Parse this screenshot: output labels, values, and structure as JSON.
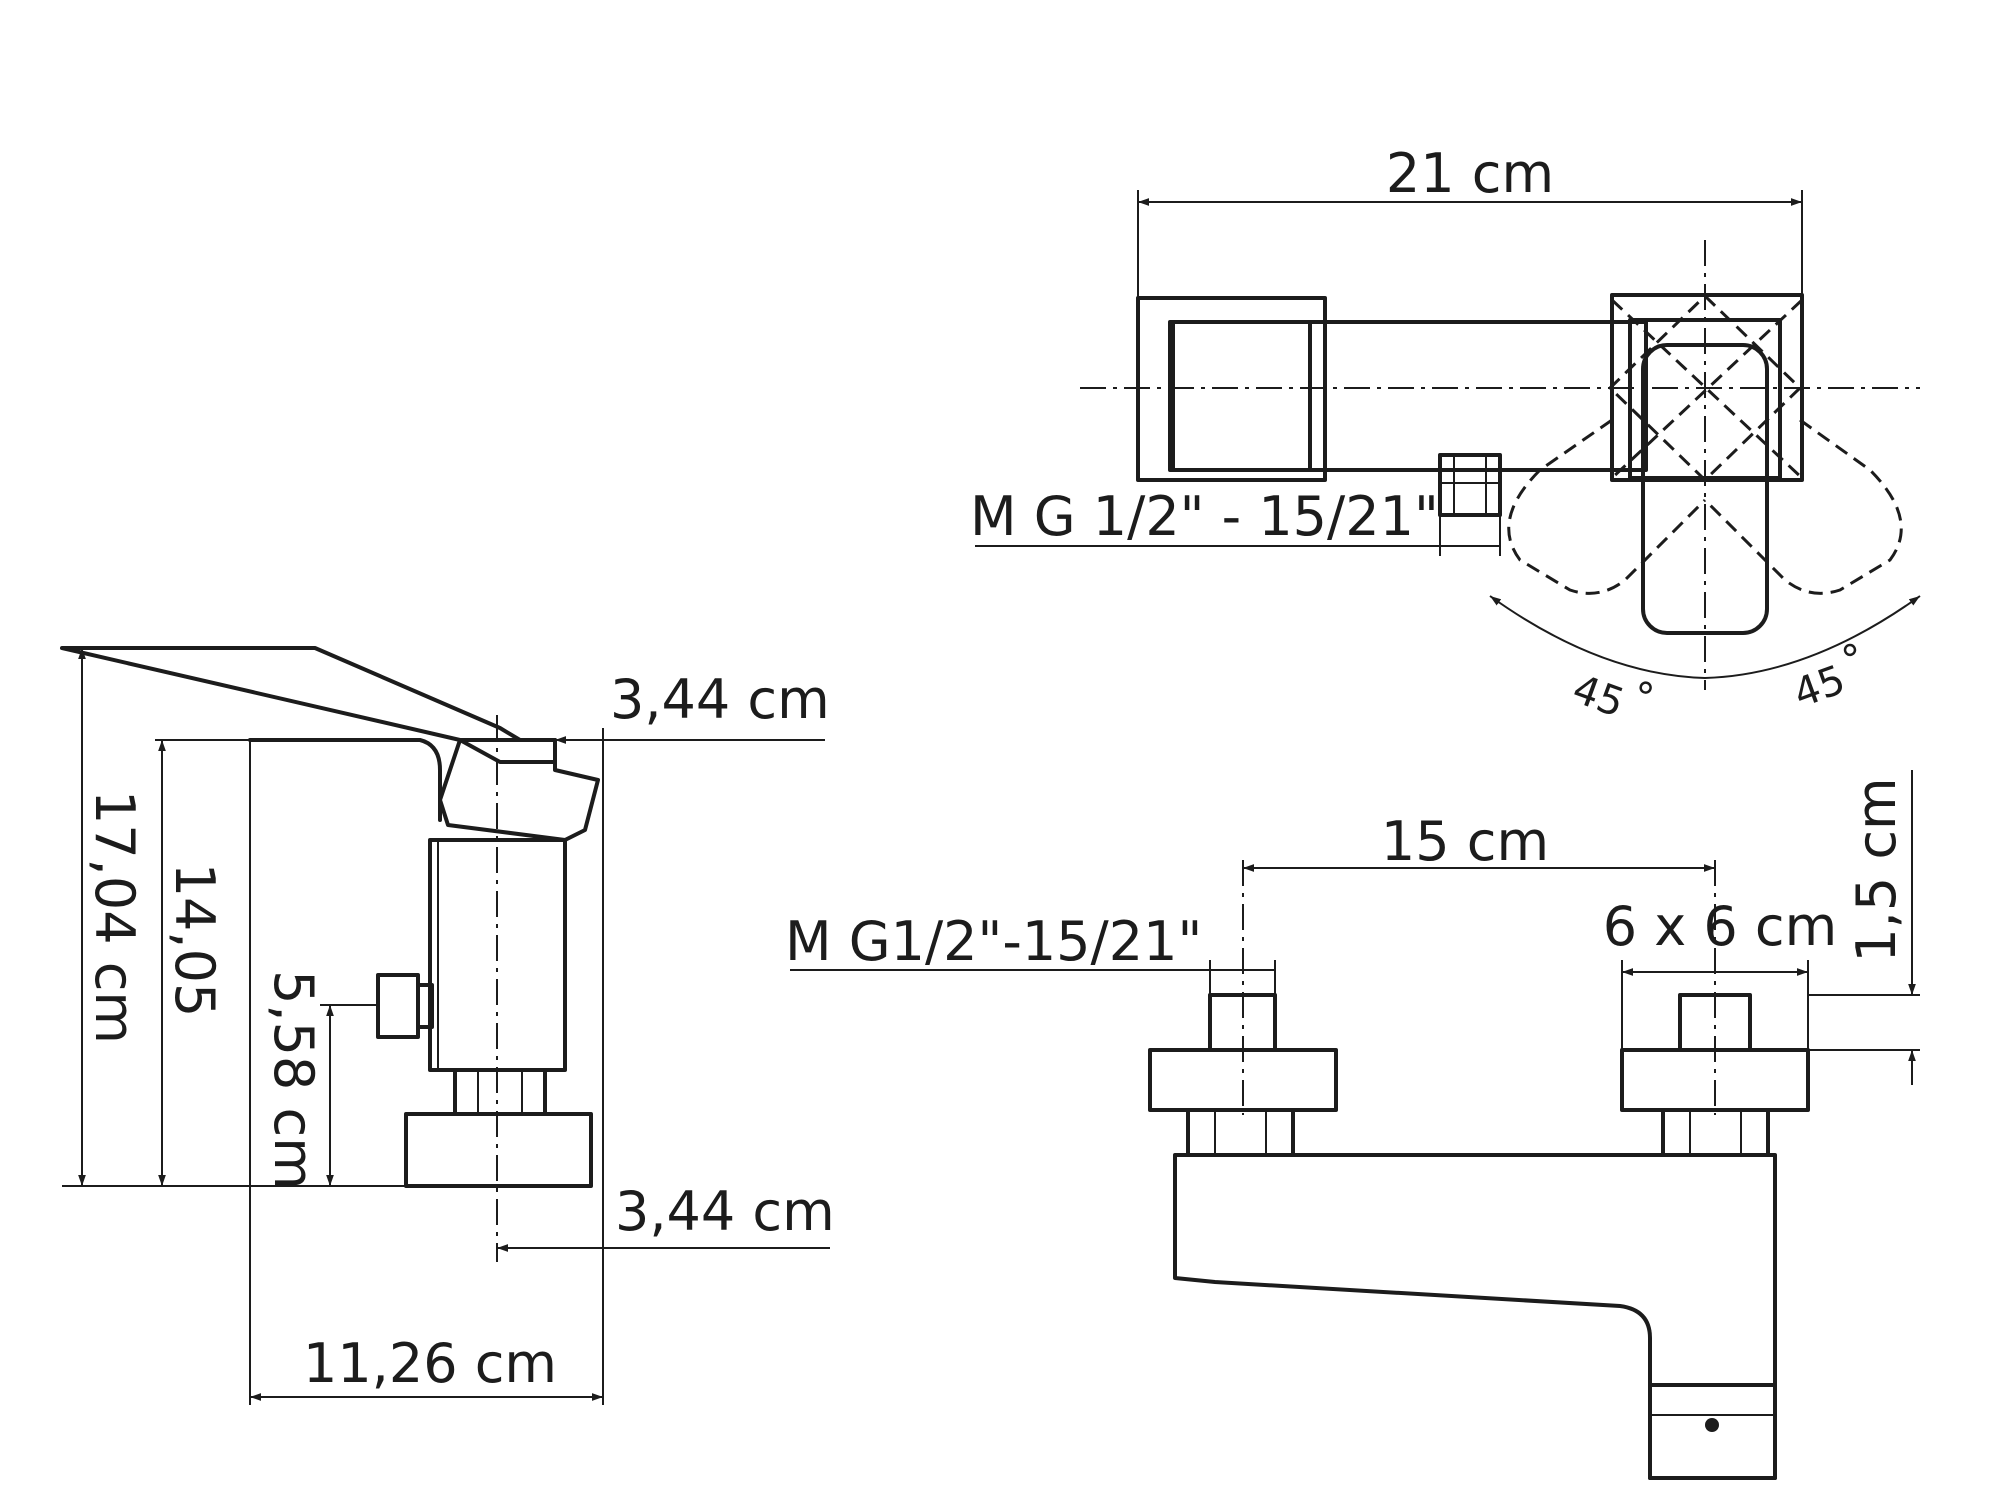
{
  "top_view": {
    "width": "21 cm",
    "thread": "M G 1/2\" - 15/21\"",
    "angle_left": "45",
    "angle_right": "45",
    "degree_symbol": "°"
  },
  "side_view": {
    "total_height": "17,04 cm",
    "body_height": "14,05",
    "inlet_height": "5,58 cm",
    "handle_offset": "3,44 cm",
    "outlet_offset": "3,44 cm",
    "depth": "11,26 cm"
  },
  "front_view": {
    "inlet_spacing": "15 cm",
    "thread": "M G1/2\"-15/21\"",
    "flange_size": "6 x 6 cm",
    "flange_thickness": "1,5 cm"
  }
}
